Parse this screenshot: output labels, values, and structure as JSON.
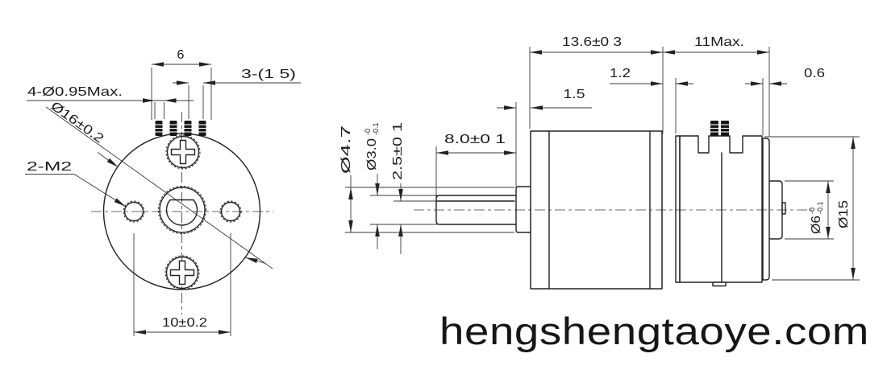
{
  "watermark": "hengshengtaoye.com",
  "colors": {
    "line": "#222222",
    "background": "#ffffff"
  },
  "front_view": {
    "pins_width": "6",
    "pin_pitch": "3-(1 5)",
    "pin_diameter": "4-Ø0.95Max.",
    "body_diameter": "Ø16±0.2",
    "mounting_holes": "2-M2",
    "hole_spacing": "10±0.2"
  },
  "side_view": {
    "gearbox_length": "13.6±0 3",
    "motor_length": "11Max.",
    "gap": "1.2",
    "endcap_rim": "0.6",
    "front_boss_length": "1.5",
    "shaft_length": "8.0±0 1",
    "front_boss_diameter": "Ø4.7",
    "shaft_diameter": "Ø3.0",
    "shaft_tol_upper": "-0",
    "shaft_tol_lower": "-0.1",
    "shaft_flat_height": "2.5±0 1",
    "rear_boss_diameter": "Ø6",
    "rear_boss_tol_upper": "-0",
    "rear_boss_tol_lower": "-0.1",
    "body_diameter": "Ø15"
  }
}
